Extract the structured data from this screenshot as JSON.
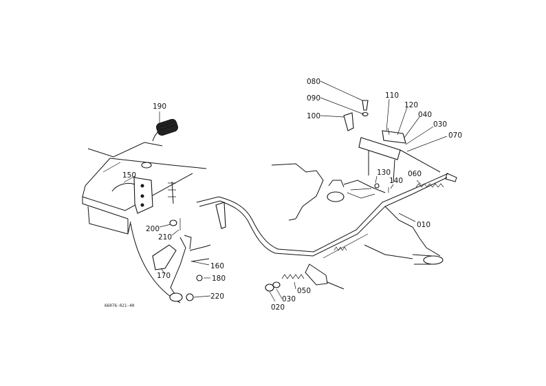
{
  "diagram": {
    "drawing_code": "66076-021-40",
    "callouts": [
      {
        "id": "080",
        "text": "080"
      },
      {
        "id": "090",
        "text": "090"
      },
      {
        "id": "100",
        "text": "100"
      },
      {
        "id": "110",
        "text": "110"
      },
      {
        "id": "120",
        "text": "120"
      },
      {
        "id": "040",
        "text": "040"
      },
      {
        "id": "030a",
        "text": "030"
      },
      {
        "id": "070",
        "text": "070"
      },
      {
        "id": "130",
        "text": "130"
      },
      {
        "id": "140",
        "text": "140"
      },
      {
        "id": "060",
        "text": "060"
      },
      {
        "id": "010",
        "text": "010"
      },
      {
        "id": "190",
        "text": "190"
      },
      {
        "id": "150",
        "text": "150"
      },
      {
        "id": "200",
        "text": "200"
      },
      {
        "id": "210",
        "text": "210"
      },
      {
        "id": "160",
        "text": "160"
      },
      {
        "id": "170",
        "text": "170"
      },
      {
        "id": "180",
        "text": "180"
      },
      {
        "id": "220",
        "text": "220"
      },
      {
        "id": "020",
        "text": "020"
      },
      {
        "id": "030b",
        "text": "030"
      },
      {
        "id": "050",
        "text": "050"
      }
    ]
  }
}
